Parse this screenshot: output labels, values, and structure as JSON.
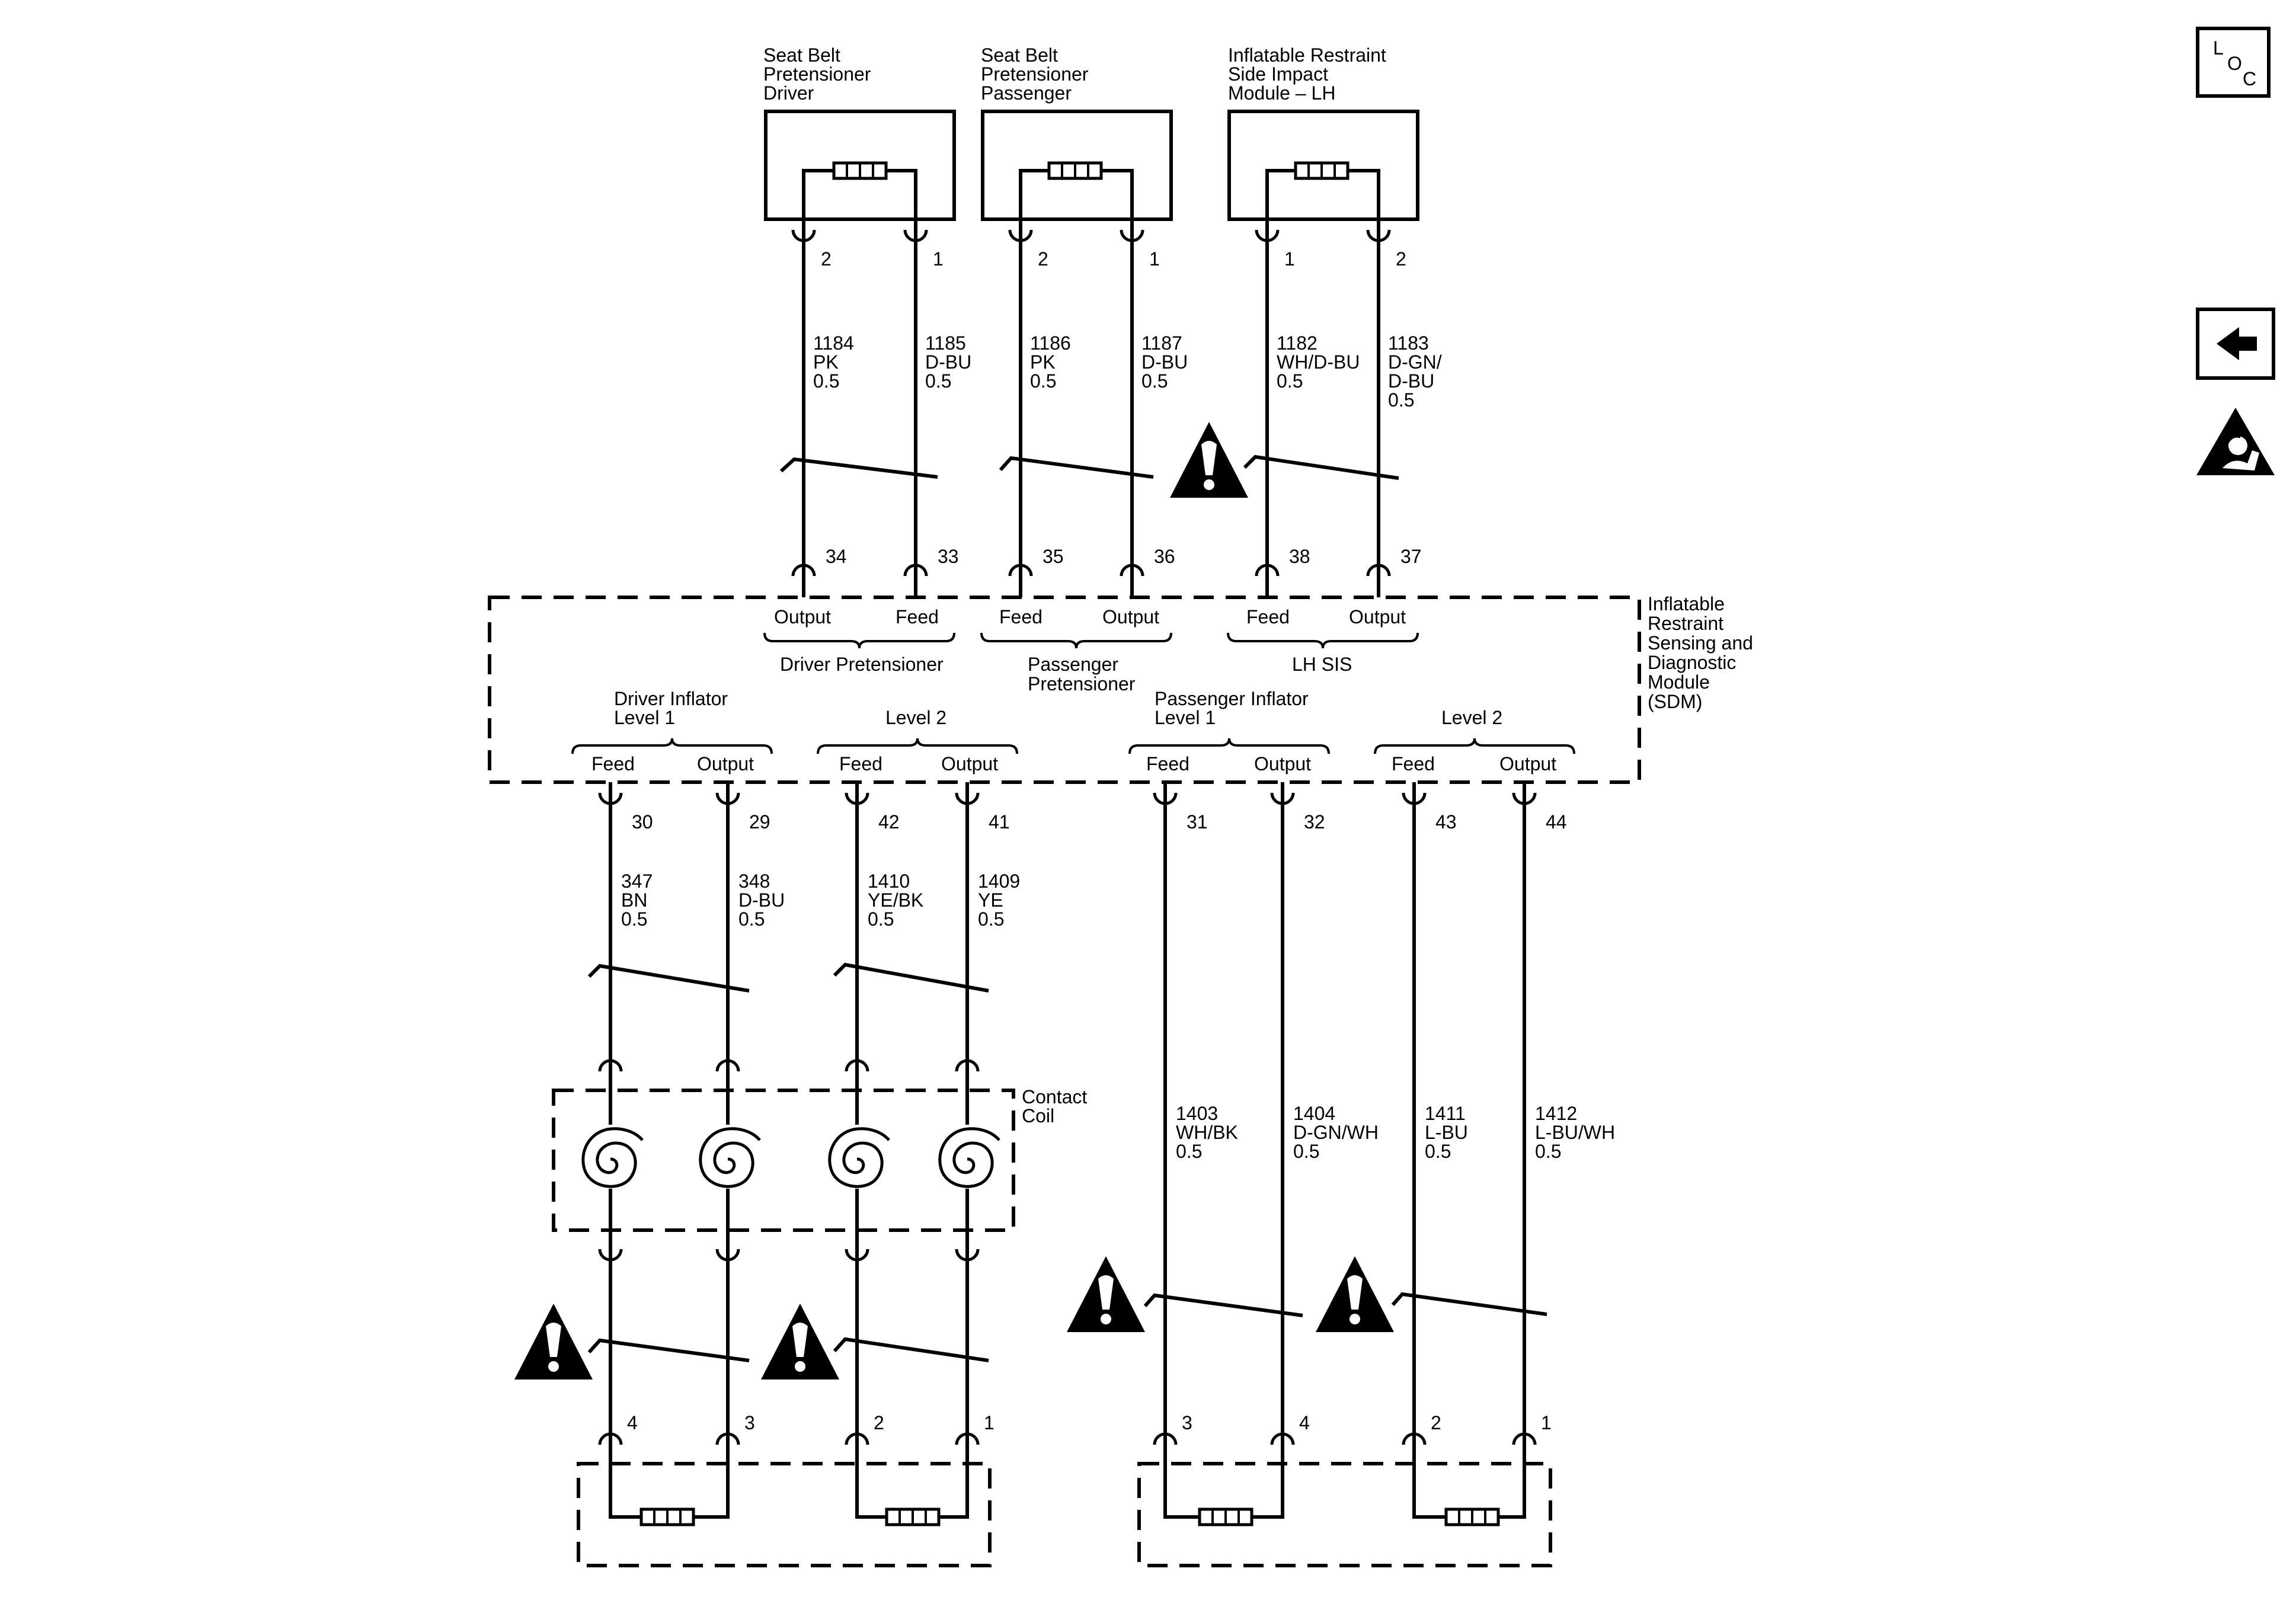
{
  "components": {
    "pret_driver": [
      "Seat Belt",
      "Pretensioner",
      "Driver"
    ],
    "pret_passenger": [
      "Seat Belt",
      "Pretensioner",
      "Passenger"
    ],
    "side_impact_lh": [
      "Inflatable Restraint",
      "Side Impact",
      "Module – LH"
    ],
    "sdm": [
      "Inflatable",
      "Restraint",
      "Sensing and",
      "Diagnostic",
      "Module",
      "(SDM)"
    ],
    "contact_coil": [
      "Contact",
      "Coil"
    ]
  },
  "sdm_groups": {
    "driver_pretensioner": "Driver Pretensioner",
    "passenger_pretensioner": [
      "Passenger",
      "Pretensioner"
    ],
    "lh_sis": "LH SIS",
    "driver_inflator_l1": [
      "Driver Inflator",
      "Level 1"
    ],
    "driver_inflator_l2": "Level 2",
    "passenger_inflator_l1": [
      "Passenger Inflator",
      "Level 1"
    ],
    "passenger_inflator_l2": "Level 2"
  },
  "pin_labels": {
    "p34": "Output",
    "p33": "Feed",
    "p35": "Feed",
    "p36": "Output",
    "p38": "Feed",
    "p37": "Output",
    "p30": "Feed",
    "p29": "Output",
    "p42": "Feed",
    "p41": "Output",
    "p31": "Feed",
    "p32": "Output",
    "p43": "Feed",
    "p44": "Output"
  },
  "upper_wires": [
    {
      "top_pin": "2",
      "sdm_pin": "34",
      "circuit": "1184",
      "color": "PK",
      "size": "0.5"
    },
    {
      "top_pin": "1",
      "sdm_pin": "33",
      "circuit": "1185",
      "color": "D-BU",
      "size": "0.5"
    },
    {
      "top_pin": "2",
      "sdm_pin": "35",
      "circuit": "1186",
      "color": "PK",
      "size": "0.5"
    },
    {
      "top_pin": "1",
      "sdm_pin": "36",
      "circuit": "1187",
      "color": "D-BU",
      "size": "0.5"
    },
    {
      "top_pin": "1",
      "sdm_pin": "38",
      "circuit": "1182",
      "color": "WH/D-BU",
      "size": "0.5"
    },
    {
      "top_pin": "2",
      "sdm_pin": "37",
      "circuit": "1183",
      "color": [
        "D-GN/",
        "D-BU"
      ],
      "size": "0.5"
    }
  ],
  "lower_wires": [
    {
      "sdm_pin": "30",
      "bottom_pin": "4",
      "circuit": "347",
      "color": "BN",
      "size": "0.5"
    },
    {
      "sdm_pin": "29",
      "bottom_pin": "3",
      "circuit": "348",
      "color": "D-BU",
      "size": "0.5"
    },
    {
      "sdm_pin": "42",
      "bottom_pin": "2",
      "circuit": "1410",
      "color": "YE/BK",
      "size": "0.5"
    },
    {
      "sdm_pin": "41",
      "bottom_pin": "1",
      "circuit": "1409",
      "color": "YE",
      "size": "0.5"
    },
    {
      "sdm_pin": "31",
      "bottom_pin": "3",
      "circuit": "1403",
      "color": "WH/BK",
      "size": "0.5"
    },
    {
      "sdm_pin": "32",
      "bottom_pin": "4",
      "circuit": "1404",
      "color": "D-GN/WH",
      "size": "0.5"
    },
    {
      "sdm_pin": "43",
      "bottom_pin": "2",
      "circuit": "1411",
      "color": "L-BU",
      "size": "0.5"
    },
    {
      "sdm_pin": "44",
      "bottom_pin": "1",
      "circuit": "1412",
      "color": "L-BU/WH",
      "size": "0.5"
    }
  ],
  "nav": {
    "loc_button": {
      "letters": [
        "L",
        "O",
        "C"
      ],
      "icon": "loc-icon"
    },
    "back_button": {
      "icon": "left-arrow-icon"
    },
    "airbag_icon": {
      "icon": "airbag-warning-icon"
    }
  },
  "symbols": {
    "warning": "warning-triangle-icon",
    "squib": "squib-resistor-icon",
    "coil": "contact-coil-spiral-icon"
  }
}
